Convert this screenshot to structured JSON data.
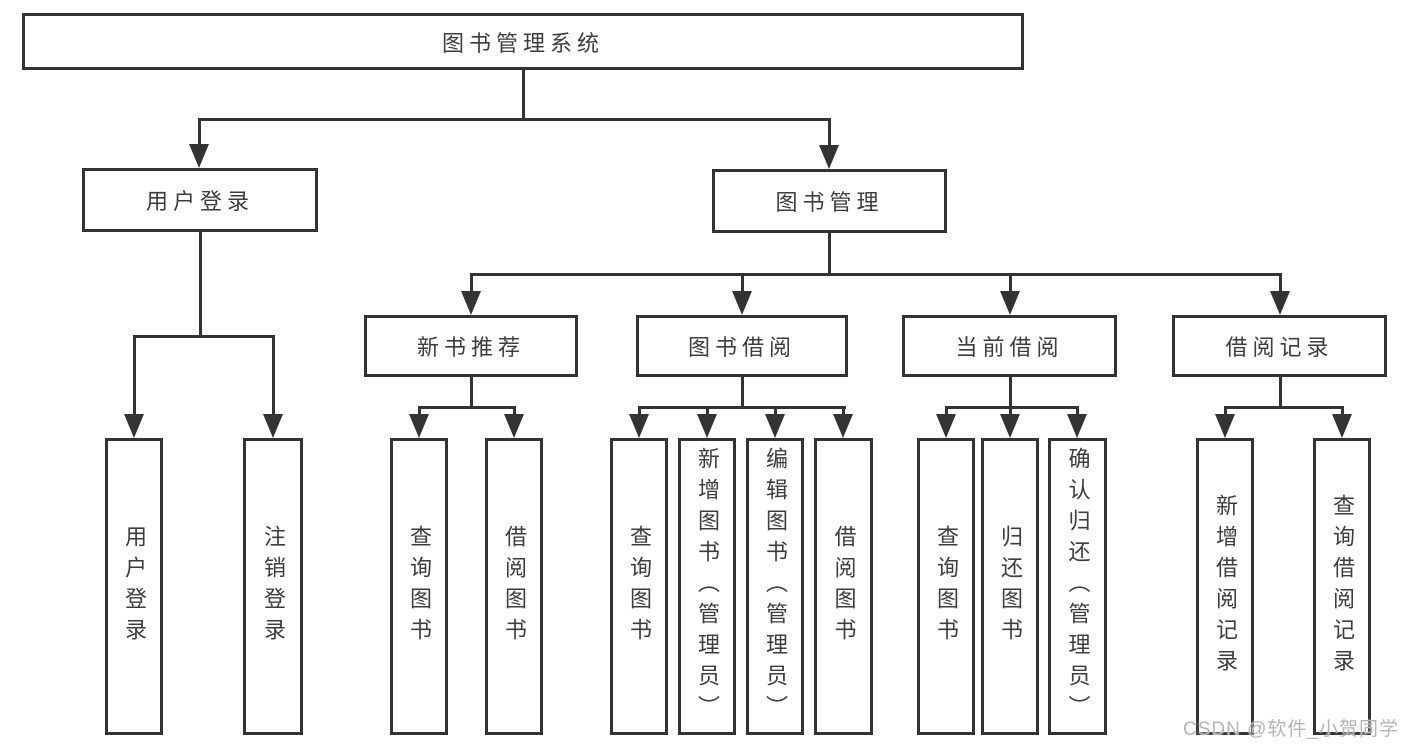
{
  "colors": {
    "background": "#ffffff",
    "line": "#333333",
    "box_border": "#333333",
    "text": "#3d3d3d",
    "watermark": "#b4b4b4"
  },
  "watermark": {
    "text": "CSDN @软件_小贺同学"
  },
  "diagram": {
    "type": "tree",
    "root": {
      "label": "图书管理系统",
      "children": [
        {
          "label": "用户登录",
          "children": [
            {
              "label": "用户登录"
            },
            {
              "label": "注销登录"
            }
          ]
        },
        {
          "label": "图书管理",
          "children": [
            {
              "label": "新书推荐",
              "children": [
                {
                  "label": "查询图书"
                },
                {
                  "label": "借阅图书"
                }
              ]
            },
            {
              "label": "图书借阅",
              "children": [
                {
                  "label": "查询图书"
                },
                {
                  "label": "新增图书（管理员）"
                },
                {
                  "label": "编辑图书（管理员）"
                },
                {
                  "label": "借阅图书"
                }
              ]
            },
            {
              "label": "当前借阅",
              "children": [
                {
                  "label": "查询图书"
                },
                {
                  "label": "归还图书"
                },
                {
                  "label": "确认归还（管理员）"
                }
              ]
            },
            {
              "label": "借阅记录",
              "children": [
                {
                  "label": "新增借阅记录"
                },
                {
                  "label": "查询借阅记录"
                }
              ]
            }
          ]
        }
      ]
    }
  }
}
